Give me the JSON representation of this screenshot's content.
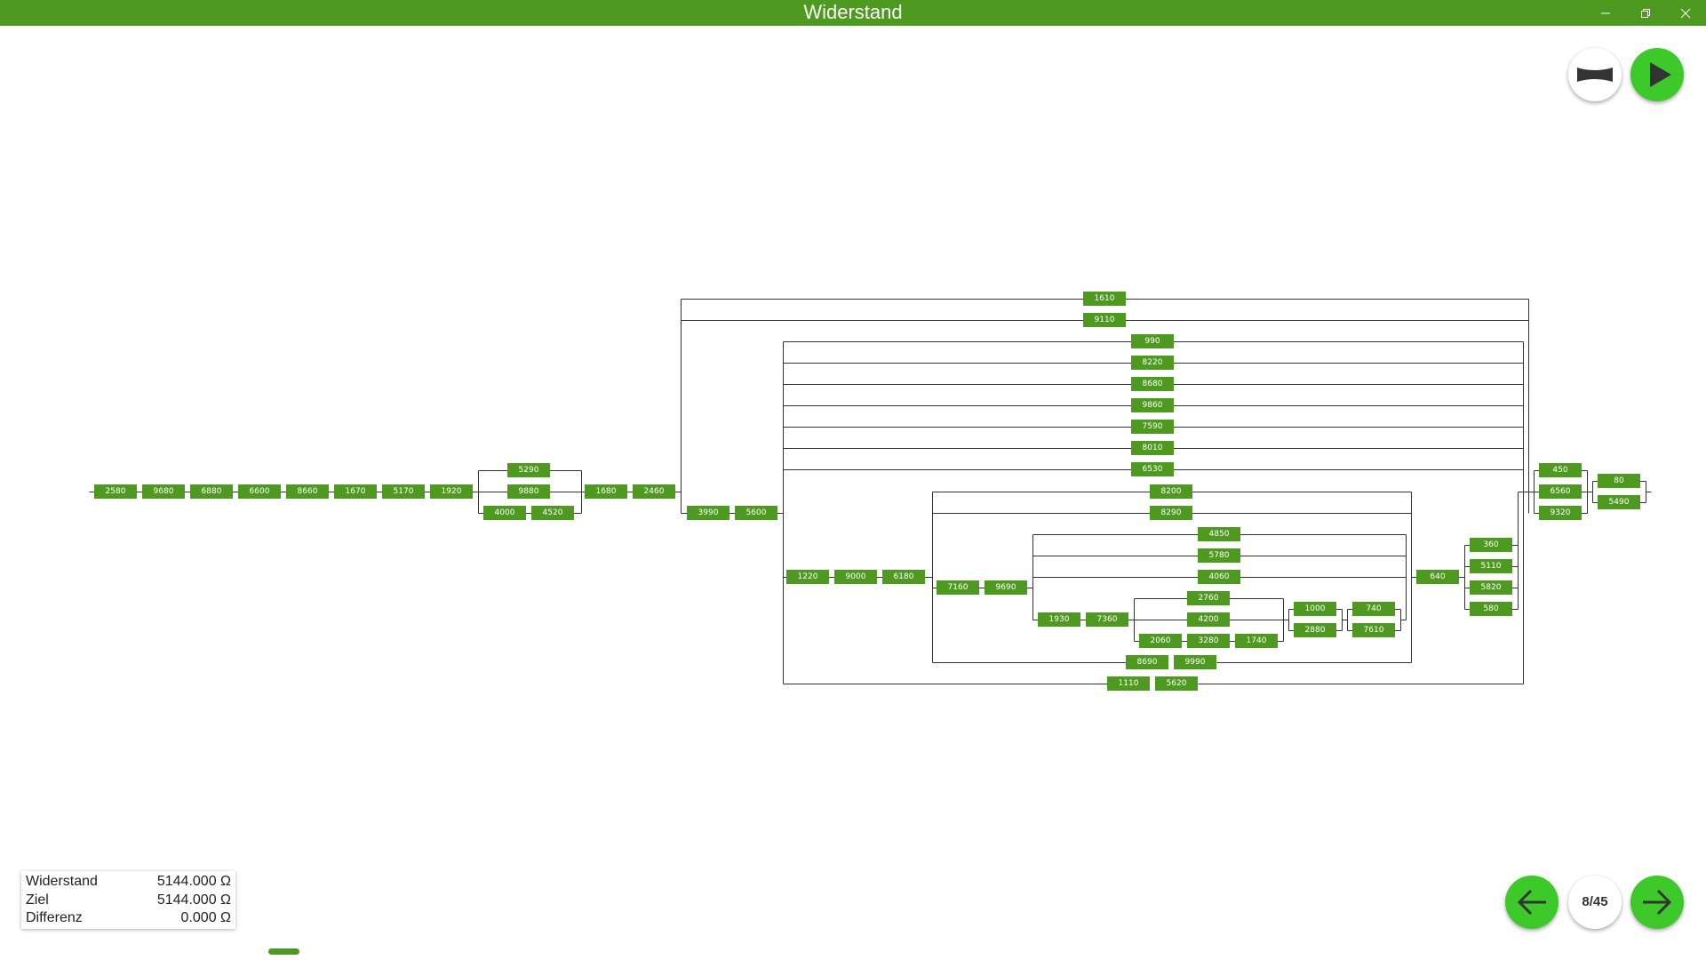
{
  "window": {
    "title": "Widerstand",
    "controls": [
      "minimize",
      "restore",
      "close"
    ]
  },
  "theme": {
    "primary": "#4e9a20",
    "button_green": "#3ec92a",
    "wire": "#333333"
  },
  "toolbar": {
    "toggle_icon": "dumbbell-toggle-icon",
    "play_icon": "play-icon"
  },
  "navigation": {
    "prev_icon": "arrow-left-icon",
    "next_icon": "arrow-right-icon",
    "level": "8/45"
  },
  "stats": {
    "rows": [
      {
        "label": "Widerstand",
        "value": "5144.000 Ω"
      },
      {
        "label": "Ziel",
        "value": "5144.000 Ω"
      },
      {
        "label": "Differenz",
        "value": "0.000 Ω"
      }
    ]
  },
  "resistors": [
    "2580",
    "9680",
    "6880",
    "6600",
    "8660",
    "1670",
    "5170",
    "1920",
    "5290",
    "9880",
    "4000",
    "4520",
    "1680",
    "2460",
    "1610",
    "9110",
    "990",
    "8220",
    "8680",
    "9860",
    "7590",
    "8010",
    "6530",
    "3990",
    "5600",
    "1220",
    "9000",
    "6180",
    "8200",
    "8290",
    "7160",
    "9690",
    "4850",
    "5780",
    "4060",
    "1930",
    "7360",
    "2760",
    "4200",
    "2060",
    "3280",
    "1740",
    "1000",
    "2880",
    "740",
    "7610",
    "8690",
    "9990",
    "1110",
    "5620",
    "640",
    "360",
    "5110",
    "5820",
    "580",
    "450",
    "6560",
    "9320",
    "80",
    "5490"
  ]
}
